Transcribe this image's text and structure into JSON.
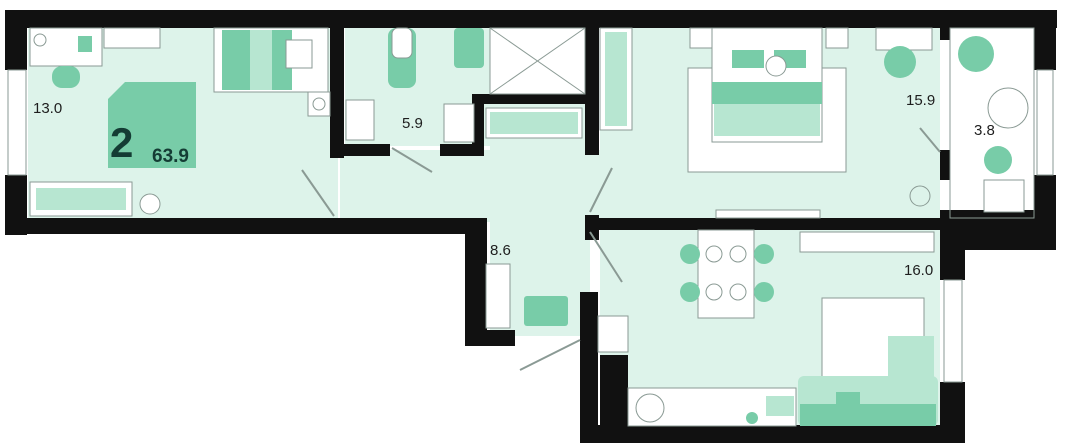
{
  "plan": {
    "room_count": "2",
    "total_area": "63.9",
    "colors": {
      "wall": "#111111",
      "floor": "#ddf3ea",
      "furniture": "#78cca8",
      "furniture_light": "#b7e6d1",
      "line": "#8a9a94",
      "badge": "#143c34"
    },
    "rooms": [
      {
        "name": "bedroom-left",
        "area": "13.0"
      },
      {
        "name": "bathroom",
        "area": "5.9"
      },
      {
        "name": "bedroom-right",
        "area": "15.9"
      },
      {
        "name": "balcony",
        "area": "3.8"
      },
      {
        "name": "hallway",
        "area": "8.6"
      },
      {
        "name": "kitchen-living",
        "area": "16.0"
      }
    ]
  }
}
